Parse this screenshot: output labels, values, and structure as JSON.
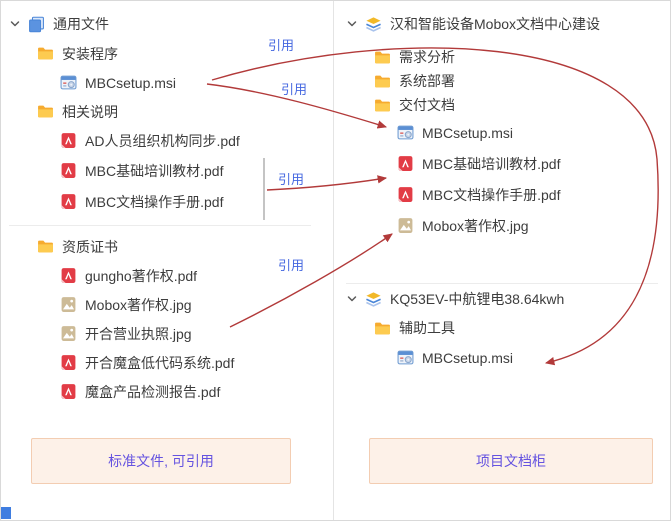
{
  "colors": {
    "arrow": "#b23a3a",
    "ref_label": "#4467e0",
    "button_text": "#6553e0",
    "button_bg": "#fdf1e8",
    "button_border": "#f3cdb2",
    "folder": "#fbbc3c",
    "pdf": "#e23c46",
    "jpg": "#cdbb97",
    "root_blue": "#4a86d8",
    "layers_yellow": "#f2b929"
  },
  "left_panel": {
    "root_label": "通用文件",
    "items": [
      {
        "type": "folder",
        "label": "安装程序"
      },
      {
        "type": "msi",
        "label": "MBCsetup.msi"
      },
      {
        "type": "folder",
        "label": "相关说明"
      },
      {
        "type": "pdf",
        "label": "AD人员组织机构同步.pdf"
      },
      {
        "type": "pdf",
        "label": "MBC基础培训教材.pdf"
      },
      {
        "type": "pdf",
        "label": "MBC文档操作手册.pdf"
      },
      {
        "type": "folder",
        "label": "资质证书"
      },
      {
        "type": "pdf",
        "label": "gungho著作权.pdf"
      },
      {
        "type": "jpg",
        "label": "Mobox著作权.jpg"
      },
      {
        "type": "jpg",
        "label": "开合营业执照.jpg"
      },
      {
        "type": "pdf",
        "label": "开合魔盒低代码系统.pdf"
      },
      {
        "type": "pdf",
        "label": "魔盒产品检测报告.pdf"
      }
    ],
    "button_label": "标准文件, 可引用"
  },
  "right_panel": {
    "tree1": {
      "root_label": "汉和智能设备Mobox文档中心建设",
      "items": [
        {
          "type": "folder",
          "label": "需求分析"
        },
        {
          "type": "folder",
          "label": "系统部署"
        },
        {
          "type": "folder",
          "label": "交付文档"
        },
        {
          "type": "msi",
          "label": "MBCsetup.msi"
        },
        {
          "type": "pdf",
          "label": "MBC基础培训教材.pdf"
        },
        {
          "type": "pdf",
          "label": "MBC文档操作手册.pdf"
        },
        {
          "type": "jpg",
          "label": "Mobox著作权.jpg"
        }
      ]
    },
    "tree2": {
      "root_label": "KQ53EV-中航锂电38.64kwh",
      "items": [
        {
          "type": "folder",
          "label": "辅助工具"
        },
        {
          "type": "msi",
          "label": "MBCsetup.msi"
        }
      ]
    },
    "button_label": "项目文档柜"
  },
  "annotations": {
    "ref_labels": [
      "引用",
      "引用",
      "引用",
      "引用"
    ]
  },
  "icons": {
    "chevron-down-icon": "expanded-tree-chevron",
    "copy-icon": "overlapping-blue-pages",
    "layers-icon": "stacked-layers",
    "folder-icon": "yellow-folder",
    "pdf-icon": "red-pdf-file",
    "jpg-icon": "tan-image-file",
    "msi-icon": "installer-package"
  }
}
